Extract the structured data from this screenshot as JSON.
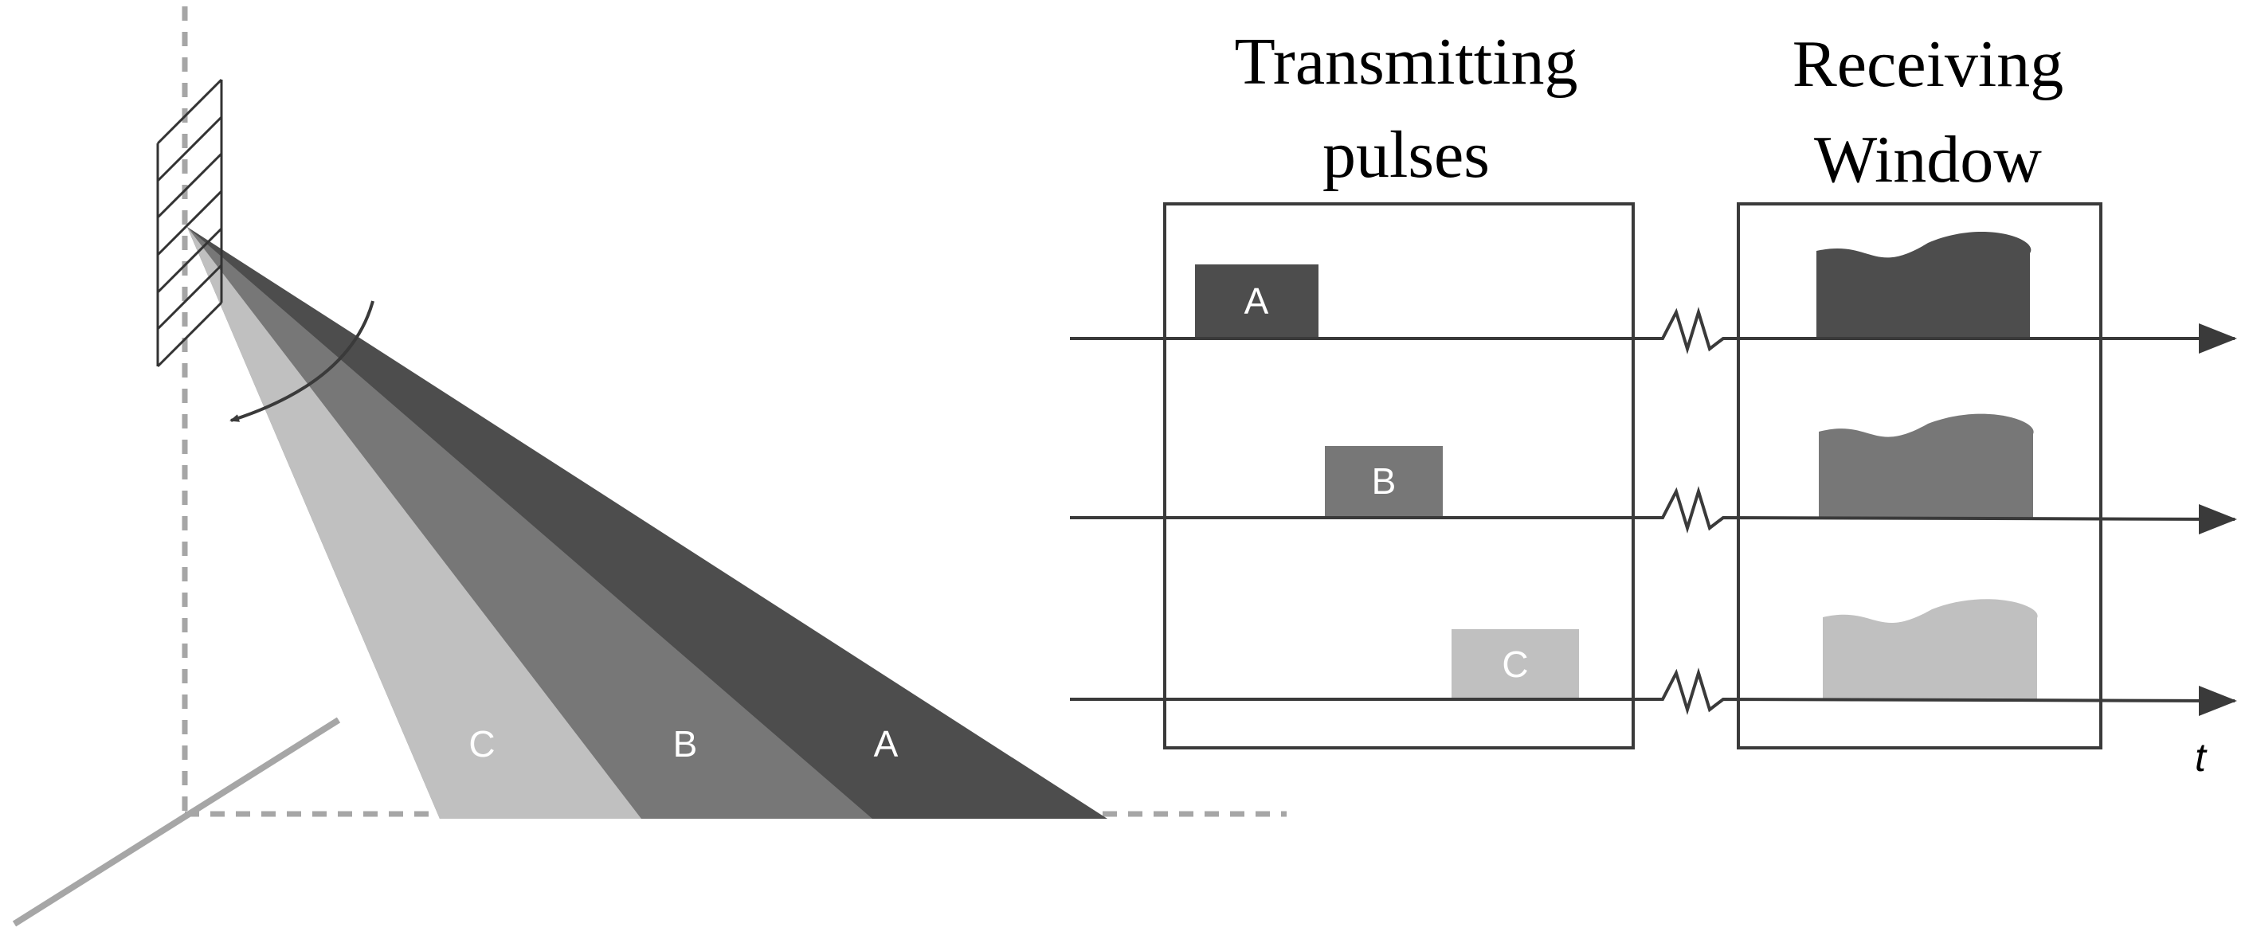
{
  "headings": {
    "transmitting_line1": "Transmitting",
    "transmitting_line2": "pulses",
    "receiving_line1": "Receiving",
    "receiving_line2": "Window"
  },
  "beams": [
    {
      "label": "C",
      "color": "#c0c0c0"
    },
    {
      "label": "B",
      "color": "#777777"
    },
    {
      "label": "A",
      "color": "#4d4d4d"
    }
  ],
  "pulses": [
    {
      "label": "A",
      "color": "#4d4d4d"
    },
    {
      "label": "B",
      "color": "#777777"
    },
    {
      "label": "C",
      "color": "#c0c0c0"
    }
  ],
  "axis_label": "t",
  "colors": {
    "line": "#3a3a3a",
    "dashed_axis": "#a6a6a6",
    "box_border": "#3a3a3a"
  }
}
